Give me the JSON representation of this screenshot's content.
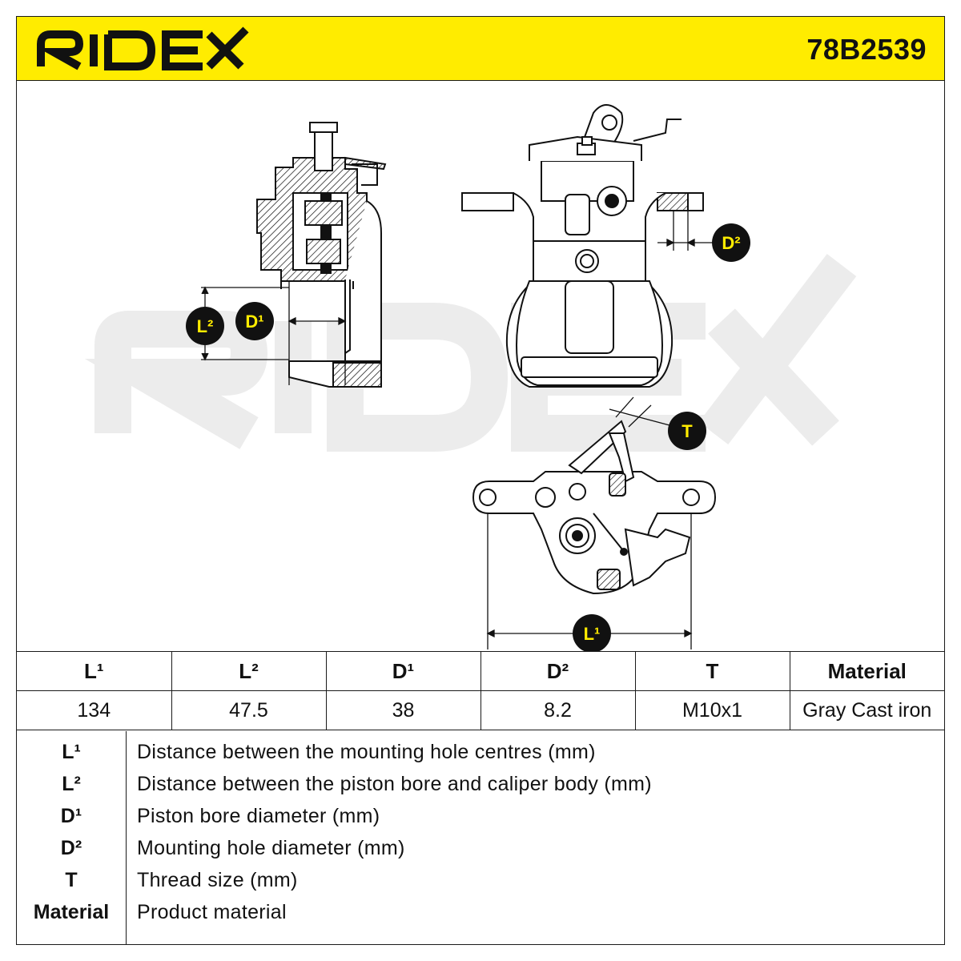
{
  "brand": {
    "name": "RIDEX"
  },
  "part_number": "78B2539",
  "colors": {
    "accent_yellow": "#ffec00",
    "ink": "#1a1a1a",
    "watermark": "#ececec"
  },
  "diagram": {
    "watermark": "RIDEX",
    "labels": {
      "l1": "L¹",
      "l2": "L²",
      "d1": "D¹",
      "d2": "D²",
      "t": "T"
    }
  },
  "spec_table": {
    "headers": [
      "L¹",
      "L²",
      "D¹",
      "D²",
      "T",
      "Material"
    ],
    "values": [
      "134",
      "47.5",
      "38",
      "8.2",
      "M10x1",
      "Gray Cast iron"
    ]
  },
  "legend": [
    {
      "symbol": "L¹",
      "description": "Distance between the mounting hole centres (mm)"
    },
    {
      "symbol": "L²",
      "description": "Distance between the piston bore and caliper body (mm)"
    },
    {
      "symbol": "D¹",
      "description": "Piston bore diameter (mm)"
    },
    {
      "symbol": "D²",
      "description": "Mounting hole diameter (mm)"
    },
    {
      "symbol": "T",
      "description": "Thread size (mm)"
    },
    {
      "symbol": "Material",
      "description": "Product material"
    }
  ]
}
